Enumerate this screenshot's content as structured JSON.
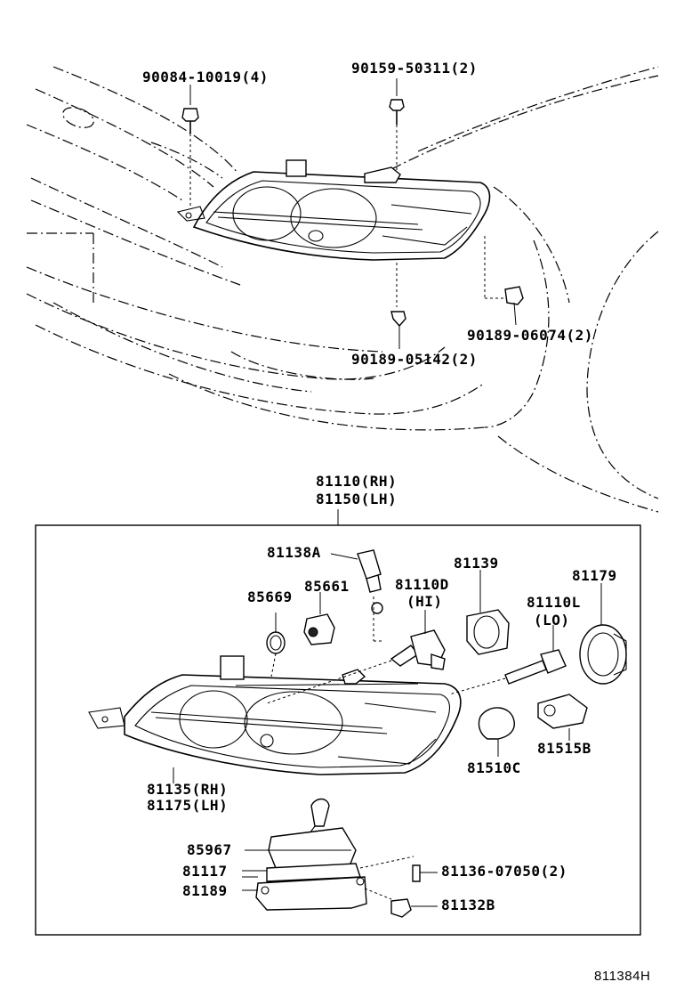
{
  "diagram": {
    "figure_id": "811384H",
    "top_labels": {
      "bolt_a": "90084-10019(4)",
      "bolt_b": "90159-50311(2)",
      "clip_c": "90189-06074(2)",
      "clip_d": "90189-05142(2)"
    },
    "assembly_labels": {
      "rh": "81110(RH)",
      "lh": "81150(LH)"
    },
    "part_labels": {
      "p81138a": "81138A",
      "p85669": "85669",
      "p85661": "85661",
      "p81110d": "81110D",
      "hi": "(HI)",
      "p81139": "81139",
      "p81110l": "81110L",
      "lo": "(LO)",
      "p81179": "81179",
      "p81515b": "81515B",
      "p81510c": "81510C",
      "p81135": "81135(RH)",
      "p81175": "81175(LH)",
      "p85967": "85967",
      "p81117": "81117",
      "p81189": "81189",
      "p81136": "81136-07050(2)",
      "p81132b": "81132B"
    }
  }
}
